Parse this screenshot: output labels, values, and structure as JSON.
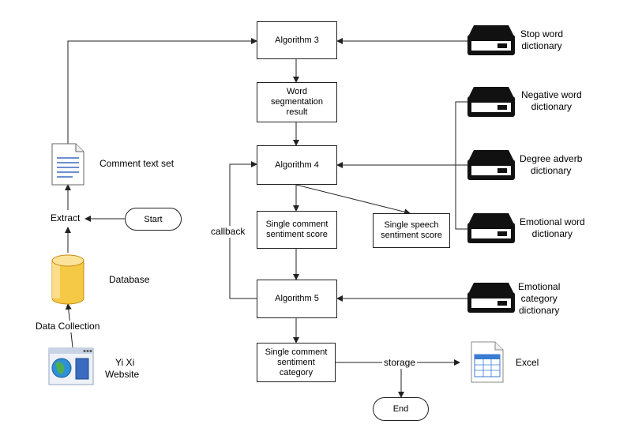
{
  "nodes": {
    "algorithm3": "Algorithm 3",
    "word_segmentation": [
      "Word",
      "segmentation",
      "result"
    ],
    "algorithm4": "Algorithm 4",
    "single_comment_score": [
      "Single comment",
      "sentiment score"
    ],
    "single_speech_score": [
      "Single speech",
      "sentiment score"
    ],
    "algorithm5": "Algorithm 5",
    "single_comment_category": [
      "Single comment",
      "sentiment",
      "category"
    ],
    "end": "End",
    "start": "Start"
  },
  "left": {
    "comment_text_set": "Comment text set",
    "extract": "Extract",
    "database": "Database",
    "data_collection": "Data Collection",
    "website": [
      "Yi Xi",
      "Website"
    ]
  },
  "dictionaries": {
    "stop_word": [
      "Stop word",
      "dictionary"
    ],
    "negative_word": [
      "Negative word",
      "dictionary"
    ],
    "degree_adverb": [
      "Degree adverb",
      "dictionary"
    ],
    "emotional_word": [
      "Emotional word",
      "dictionary"
    ],
    "emotional_category": [
      "Emotional",
      "category",
      "dictionary"
    ]
  },
  "edges": {
    "callback": "callback",
    "storage": "storage"
  },
  "excel": "Excel",
  "colors": {
    "stroke": "#222222",
    "db_fill": "#f5c945",
    "db_shade": "#e0a422",
    "server_fill": "#111111",
    "doc_lines": "#3a6bc0",
    "excel_header": "#3a7bd5",
    "globe": "#2f8fd8"
  }
}
